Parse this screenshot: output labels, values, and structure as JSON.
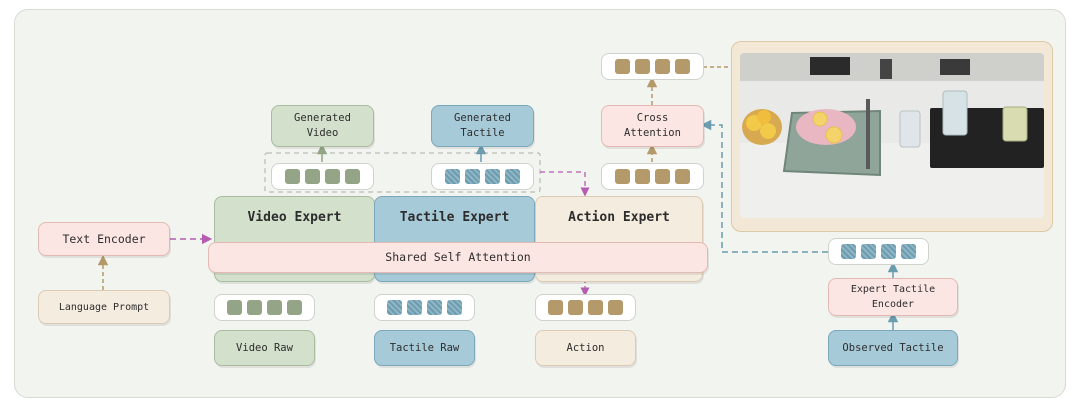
{
  "colors": {
    "video": "#d3e0cc",
    "tactile": "#a7cad8",
    "action": "#f5ece0",
    "attention": "#fbe6e3",
    "token_video": "#93a586",
    "token_tactile": "#6b9cb0",
    "token_action": "#b49a6a"
  },
  "labels": {
    "generated_video": "Generated\nVideo",
    "generated_tactile": "Generated\nTactile",
    "cross_attention": "Cross\nAttention",
    "text_encoder": "Text Encoder",
    "language_prompt": "Language Prompt",
    "video_expert": "Video Expert",
    "tactile_expert": "Tactile Expert",
    "action_expert": "Action Expert",
    "shared_self_attention": "Shared Self Attention",
    "video_raw": "Video Raw",
    "tactile_raw": "Tactile Raw",
    "action": "Action",
    "expert_tactile_encoder": "Expert Tactile\nEncoder",
    "observed_tactile": "Observed Tactile"
  },
  "photo": {
    "subject": "robot workspace with cutting board, lemons, plate and glasses"
  }
}
